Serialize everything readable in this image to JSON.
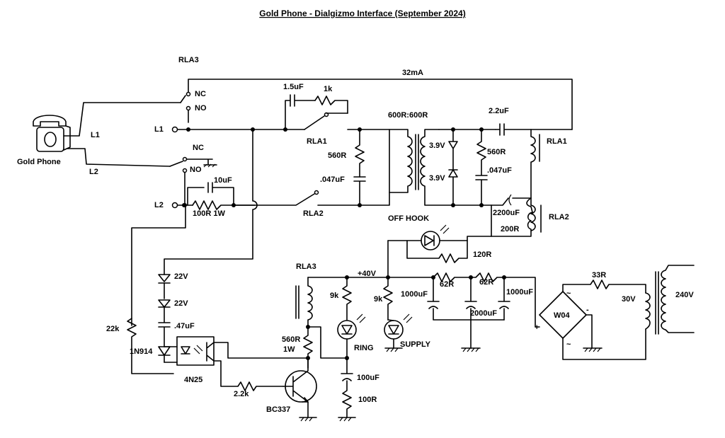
{
  "title": "Gold Phone - Dialgizmo Interface (September 2024)",
  "labels": {
    "rla3_top": "RLA3",
    "current": "32mA",
    "nc1": "NC",
    "no1": "NO",
    "l1_term": "L1",
    "l1_phone": "L1",
    "l2_phone": "L2",
    "phone": "Gold Phone",
    "nc2": "NC",
    "no2": "NO",
    "l2_term": "L2",
    "c_1u5": "1.5uF",
    "r_1k": "1k",
    "rla1_mid": "RLA1",
    "r560_a": "560R",
    "c_047_a": ".047uF",
    "c_10u": "10uF",
    "r_100r": "100R 1W",
    "rla2_mid": "RLA2",
    "xfmr": "600R:600R",
    "c_2u2": "2.2uF",
    "z39_a": "3.9V",
    "z39_b": "3.9V",
    "r560_b": "560R",
    "c_047_b": ".047uF",
    "rla1_coil": "RLA1",
    "c_2200": "2200uF",
    "r_200": "200R",
    "rla2_coil": "RLA2",
    "off_hook": "OFF HOOK",
    "r_120": "120R",
    "rla3_coil": "RLA3",
    "v40": "+40V",
    "r9k_a": "9k",
    "r9k_b": "9k",
    "c_1000a": "1000uF",
    "r62_a": "62R",
    "r62_b": "62R",
    "c_1000b": "1000uF",
    "c_2000": "2000uF",
    "r33": "33R",
    "v30": "30V",
    "v240": "240V",
    "w04": "W04",
    "ac1": "~",
    "ac2": "~",
    "plus": "+",
    "minus": "-",
    "z22_a": "22V",
    "z22_b": "22V",
    "c_047_c": ".47uF",
    "r22k": "22k",
    "d1n914": "1N914",
    "opto": "4N25",
    "r560_1w": "560R",
    "w1": "1W",
    "ring": "RING",
    "supply": "SUPPLY",
    "c_100u": "100uF",
    "r_100r_b": "100R",
    "r_2k2": "2.2k",
    "bc337": "BC337"
  }
}
